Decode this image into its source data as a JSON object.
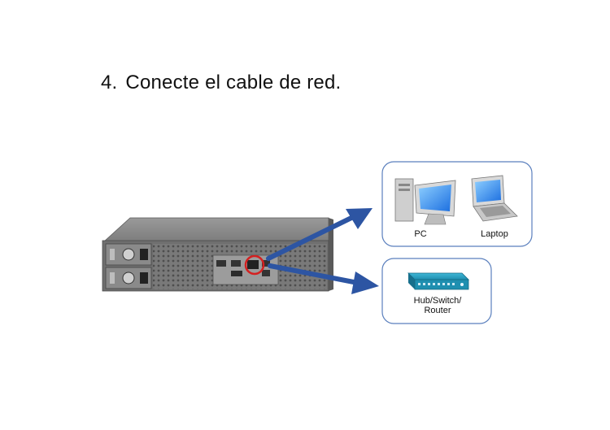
{
  "step": {
    "number": "4.",
    "text": "Conecte el cable de red."
  },
  "devices": {
    "pc_label": "PC",
    "laptop_label": "Laptop",
    "hub_label_line1": "Hub/Switch/",
    "hub_label_line2": "Router"
  },
  "colors": {
    "arrow": "#2d55a3",
    "box_border": "#5a7fbd",
    "highlight_circle": "#d42020",
    "server_body": "#6f6f6f",
    "hub_body": "#1f8fb0"
  },
  "icons": [
    "nas-server-rear",
    "pc-icon",
    "laptop-icon",
    "hub-switch-router-icon",
    "arrow-icon"
  ]
}
